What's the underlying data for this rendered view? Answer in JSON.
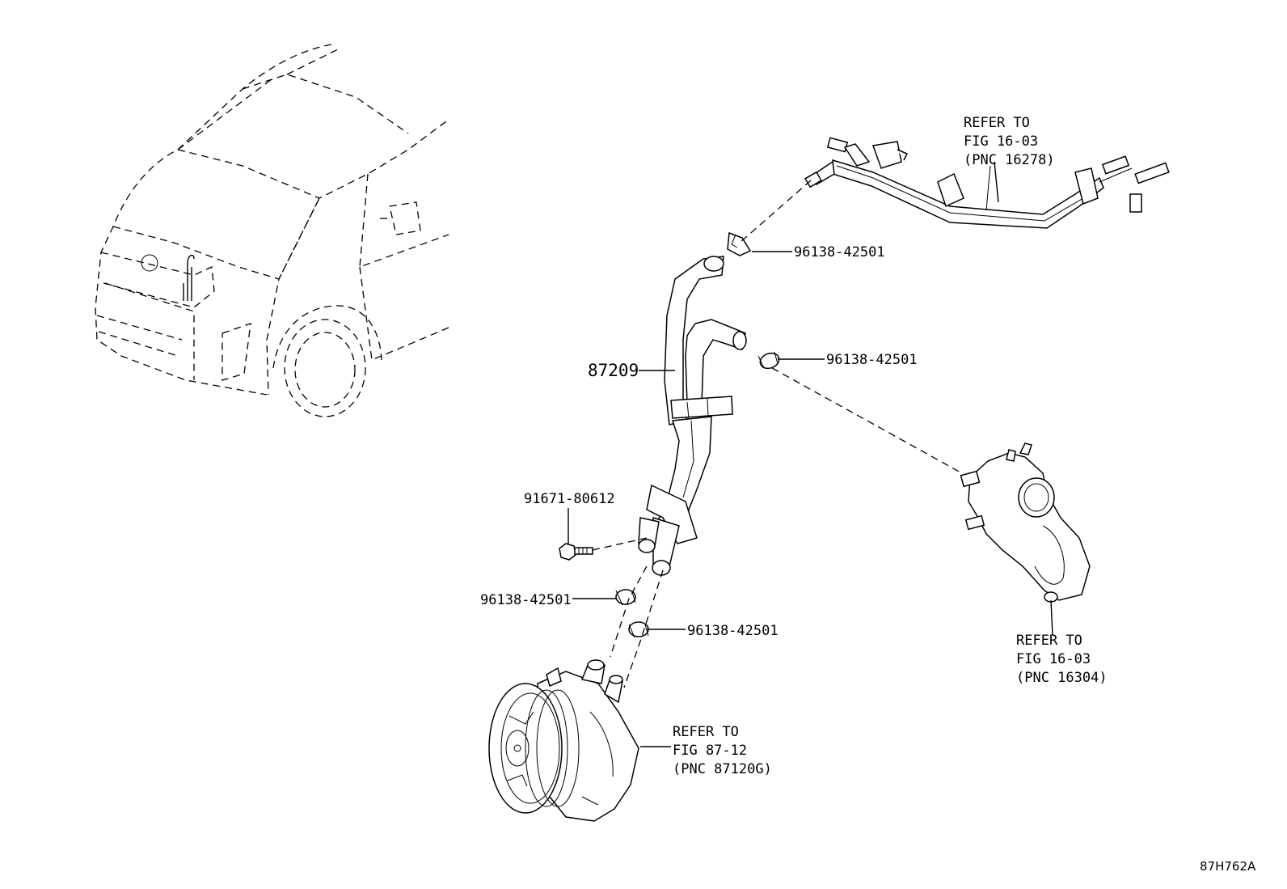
{
  "diagram_code": "87H762A",
  "callouts": [
    {
      "id": "hose",
      "text": "87209"
    },
    {
      "id": "clip-top",
      "text": "96138-42501"
    },
    {
      "id": "clip-mid",
      "text": "96138-42501"
    },
    {
      "id": "bolt",
      "text": "91671-80612"
    },
    {
      "id": "clip-low-left",
      "text": "96138-42501"
    },
    {
      "id": "clip-low-right",
      "text": "96138-42501"
    }
  ],
  "refs": [
    {
      "id": "pipe",
      "lines": [
        "REFER TO",
        "FIG 16-03",
        "(PNC 16278)"
      ]
    },
    {
      "id": "thermostat",
      "lines": [
        "REFER TO",
        "FIG 16-03",
        "(PNC 16304)"
      ]
    },
    {
      "id": "vacuum-pump",
      "lines": [
        "REFER TO",
        "FIG 87-12",
        "(PNC 87120G)"
      ]
    }
  ],
  "icons": [
    "vehicle-outline-icon",
    "water-pipe-icon",
    "hose-assembly-icon",
    "hose-clamp-icon",
    "bolt-icon",
    "thermostat-housing-icon",
    "vacuum-pump-icon"
  ]
}
